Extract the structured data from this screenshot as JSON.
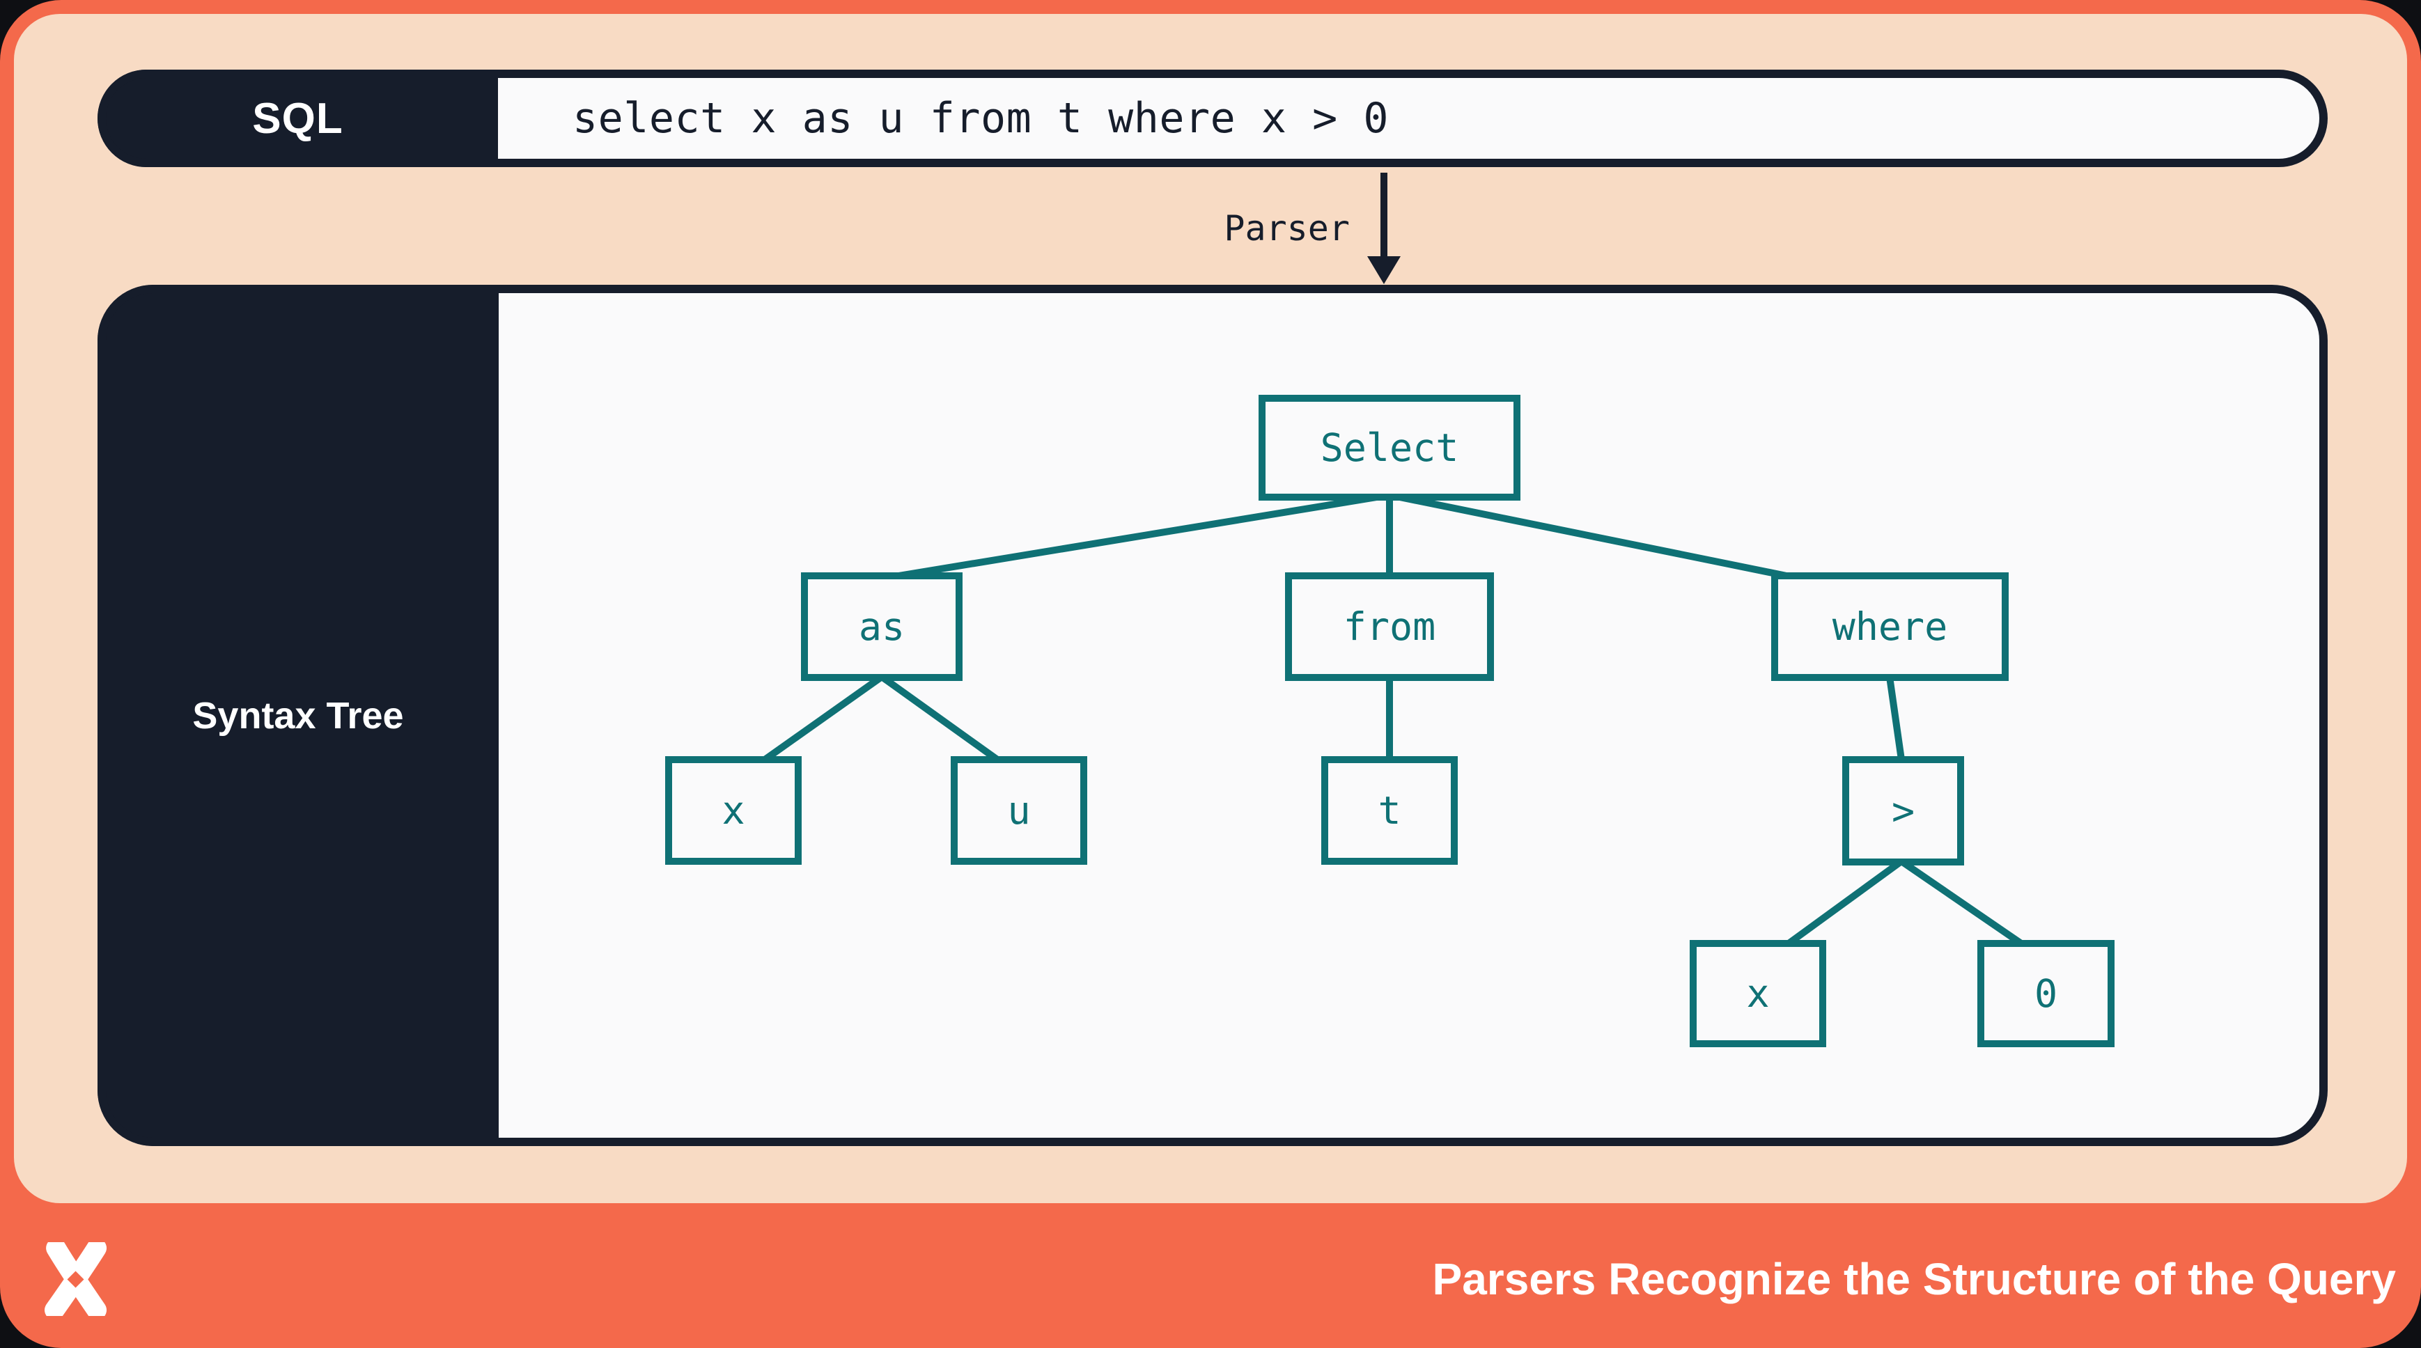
{
  "palette": {
    "page_background": "#0E0F13",
    "accent_orange": "#F4694B",
    "peach": "#F8DBC4",
    "navy": "#161D2B",
    "teal": "#0F7175",
    "offwhite": "#FAFAFB",
    "white": "#FFFFFF"
  },
  "sql_bar": {
    "label": "SQL",
    "query": "select x as u from t where x > 0"
  },
  "parser_arrow": {
    "label": "Parser"
  },
  "syntax_panel": {
    "label": "Syntax Tree"
  },
  "tree": {
    "nodes": {
      "select": {
        "label": "Select"
      },
      "as": {
        "label": "as"
      },
      "from": {
        "label": "from"
      },
      "where": {
        "label": "where"
      },
      "x1": {
        "label": "x"
      },
      "u": {
        "label": "u"
      },
      "t": {
        "label": "t"
      },
      "gt": {
        "label": ">"
      },
      "x2": {
        "label": "x"
      },
      "zero": {
        "label": "0"
      }
    },
    "edges": [
      [
        "select",
        "as"
      ],
      [
        "select",
        "from"
      ],
      [
        "select",
        "where"
      ],
      [
        "as",
        "x1"
      ],
      [
        "as",
        "u"
      ],
      [
        "from",
        "t"
      ],
      [
        "where",
        "gt"
      ],
      [
        "gt",
        "x2"
      ],
      [
        "gt",
        "zero"
      ]
    ]
  },
  "footer": {
    "title": "Parsers Recognize the Structure of the Query",
    "logo": "pinwheel-x-logo"
  }
}
